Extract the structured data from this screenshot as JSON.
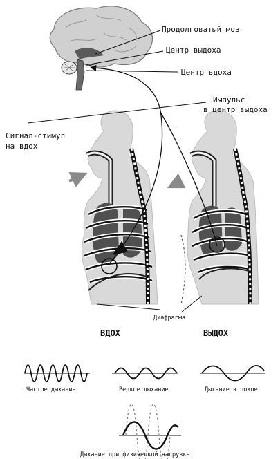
{
  "labels": {
    "medulla": "Продолговатый мозг",
    "exhale_center": "Центр выдоха",
    "inhale_center": "Центр вдоха",
    "impulse_line1": "Импульс",
    "impulse_line2": "в центр выдоха",
    "signal_line1": "Сигнал-стимул",
    "signal_line2": "на вдох",
    "diaphragm": "Диафрагма",
    "inhale": "ВДОХ",
    "exhale": "ВЫДОХ"
  },
  "waves": {
    "frequent": "Частое дыхание",
    "rare": "Редкое дыхание",
    "rest": "Дыхание в покое",
    "exercise": "Дыхание при физической нагрузке"
  },
  "colors": {
    "body_fill": "#d9d9d9",
    "body_edge": "#bdbdbd",
    "lung": "#505050",
    "ink": "#111111",
    "arrow": "#8a8a8a"
  }
}
